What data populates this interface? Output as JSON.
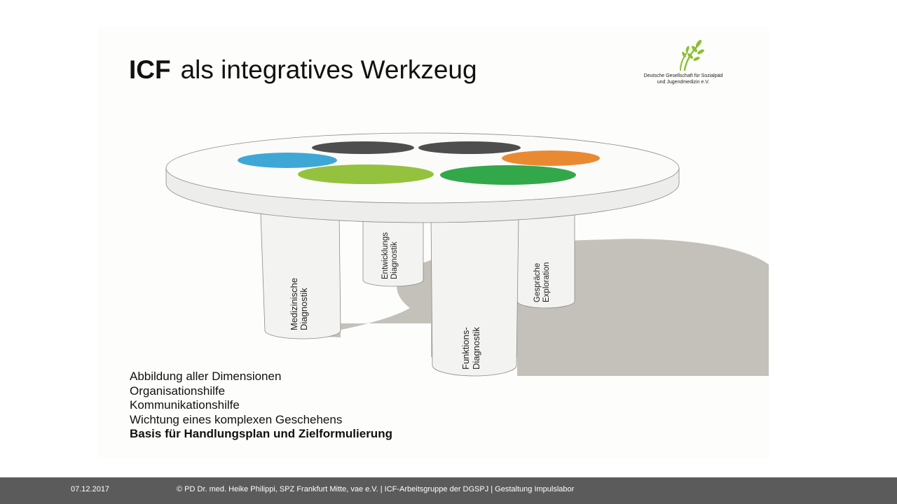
{
  "slide": {
    "title_bold": "ICF",
    "title_rest": "als integratives Werkzeug",
    "logo": {
      "line1": "Deutsche Gesellschaft für Sozialpäd",
      "line2": "und Jugendmedizin e.V."
    },
    "pillars": [
      {
        "line1": "Medizinische",
        "line2": "Diagnostik"
      },
      {
        "line1": "Entwicklungs",
        "line2": "Diagnostik"
      },
      {
        "line1": "Funktions-",
        "line2": "Diagnostik"
      },
      {
        "line1": "Gespräche",
        "line2": "Exploration"
      }
    ],
    "bullets": [
      "Abbildung aller Dimensionen",
      "Organisationshilfe",
      "Kommunikationshilfe",
      "Wichtung eines komplexen Geschehens",
      "Basis für Handlungsplan und Zielformulierung"
    ],
    "colors": {
      "blue": "#3fa7d6",
      "dark": "#4e4e4e",
      "orange": "#e98a32",
      "lime": "#94c23f",
      "green": "#33a84a",
      "shadow": "#c4c1bb",
      "footer": "#5b5b5b"
    }
  },
  "footer": {
    "date": "07.12.2017",
    "credit": "© PD Dr. med. Heike Philippi, SPZ Frankfurt Mitte, vae e.V.  |  ICF-Arbeitsgruppe der DGSPJ  |  Gestaltung Impulslabor"
  }
}
